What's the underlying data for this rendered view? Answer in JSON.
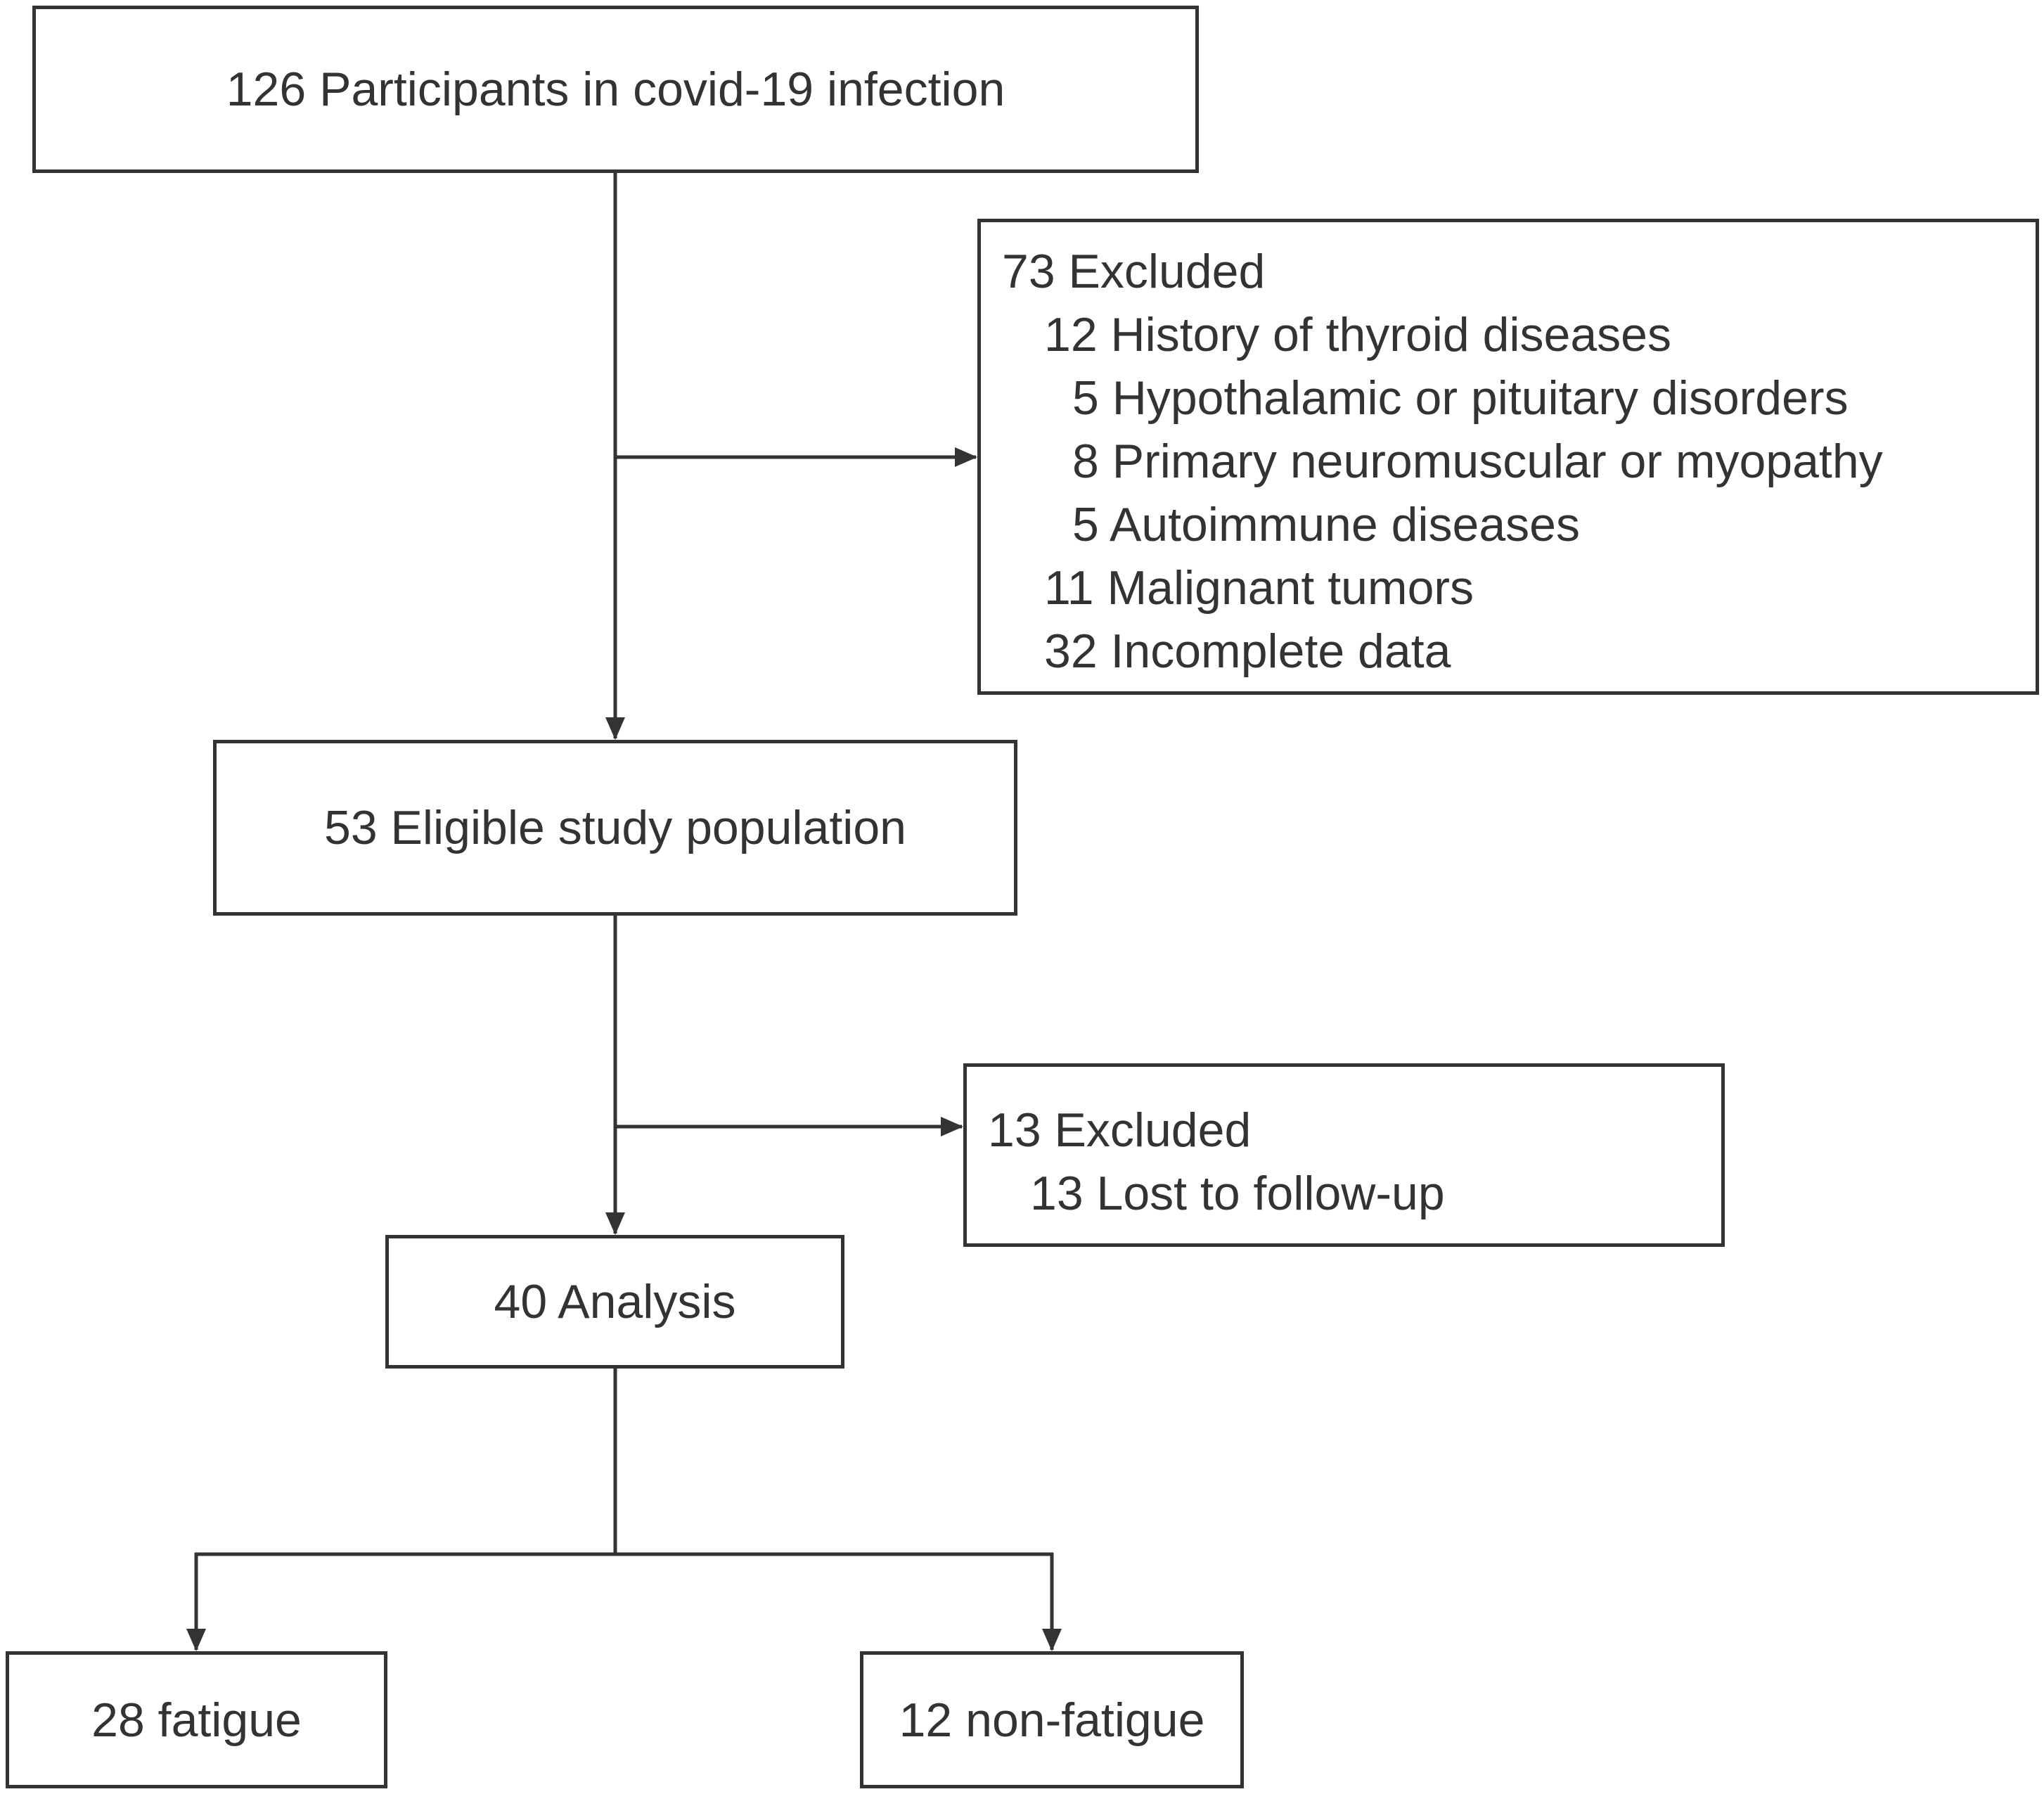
{
  "boxes": {
    "participants": "126 Participants in covid-19 infection",
    "excluded_1": {
      "header": "73 Excluded",
      "items": [
        "12 History of thyroid diseases",
        "5 Hypothalamic or pituitary disorders",
        "8 Primary neuromuscular or myopathy",
        "5 Autoimmune diseases",
        "11 Malignant tumors",
        "32 Incomplete data"
      ]
    },
    "eligible": "53 Eligible study population",
    "excluded_2": {
      "header": "13 Excluded",
      "items": [
        "13 Lost to follow-up"
      ]
    },
    "analysis": "40 Analysis",
    "fatigue": "28 fatigue",
    "non_fatigue": "12 non-fatigue"
  },
  "colors": {
    "stroke": "#333333",
    "text": "#333333",
    "background": "#ffffff"
  }
}
